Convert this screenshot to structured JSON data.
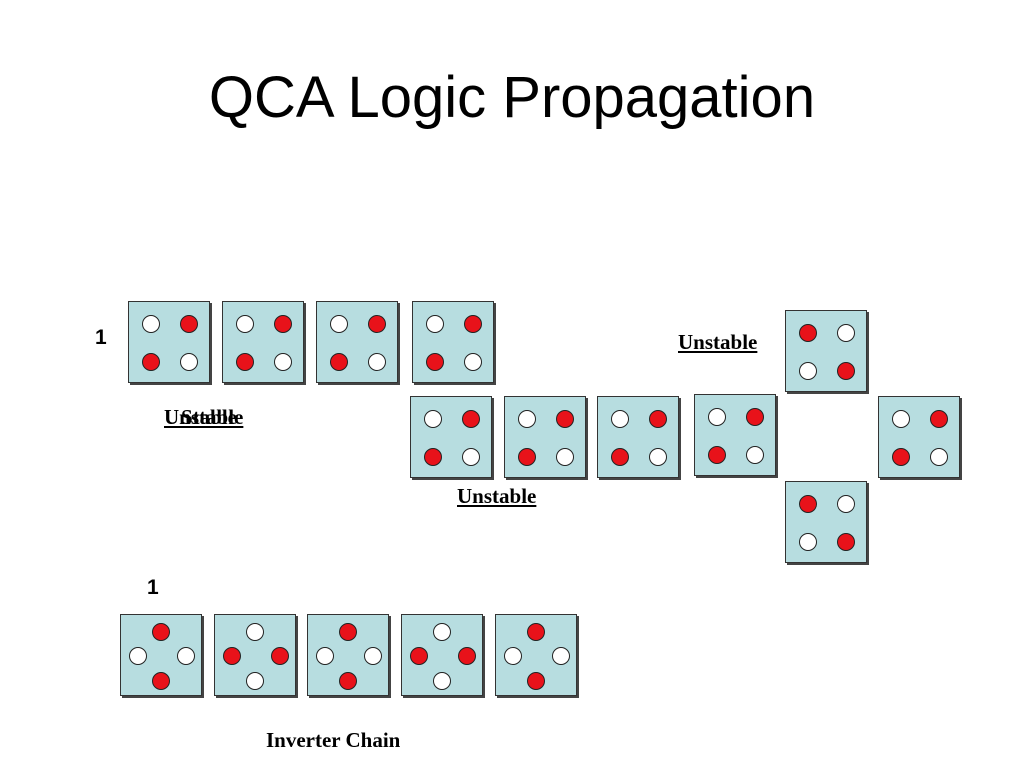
{
  "slide": {
    "title": "QCA Logic Propagation"
  },
  "colors": {
    "cell_fill": "#b7dde0",
    "dot_charged": "#e8121a",
    "dot_empty": "#ffffff"
  },
  "wire": {
    "input_value": "1",
    "overlapping_label_a": "Unstable",
    "overlapping_label_b": "Stable",
    "middle_label": "Unstable",
    "branch_label": "Unstable",
    "cells": [
      {
        "state": "1"
      },
      {
        "state": "1"
      },
      {
        "state": "1"
      },
      {
        "state": "1"
      },
      {
        "state": "1"
      },
      {
        "state": "1"
      },
      {
        "state": "1"
      },
      {
        "state": "1"
      },
      {
        "state": "1"
      },
      {
        "state": "0"
      },
      {
        "state": "0"
      }
    ]
  },
  "inverter": {
    "input_value": "1",
    "label": "Inverter Chain",
    "cells": [
      {
        "state": "vertical"
      },
      {
        "state": "horizontal"
      },
      {
        "state": "vertical"
      },
      {
        "state": "horizontal"
      },
      {
        "state": "vertical"
      }
    ]
  }
}
